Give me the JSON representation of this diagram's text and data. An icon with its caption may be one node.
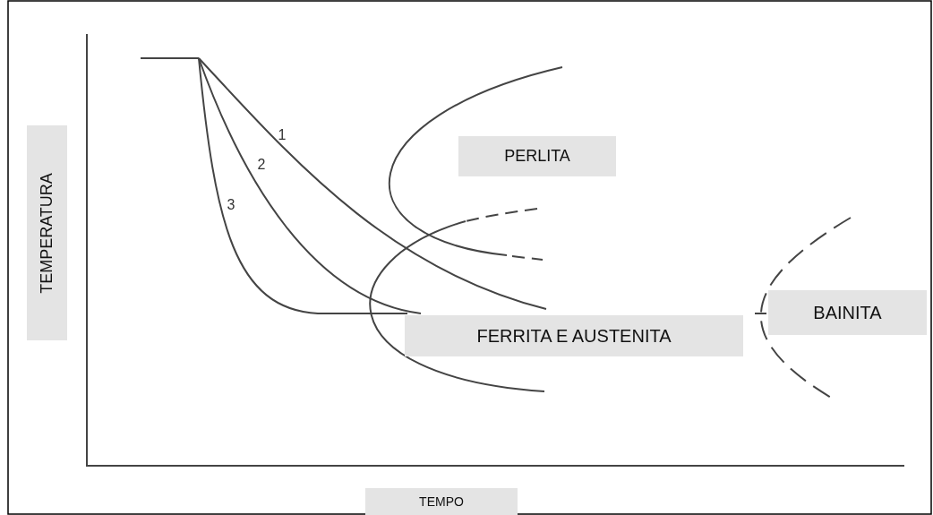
{
  "diagram": {
    "labels": [
      "1",
      "PERLITA",
      "2",
      "3",
      "TEMPERATURA",
      "FERRITA E AUSTENITA",
      "BAINITA",
      "TEMPO"
    ]
  }
}
